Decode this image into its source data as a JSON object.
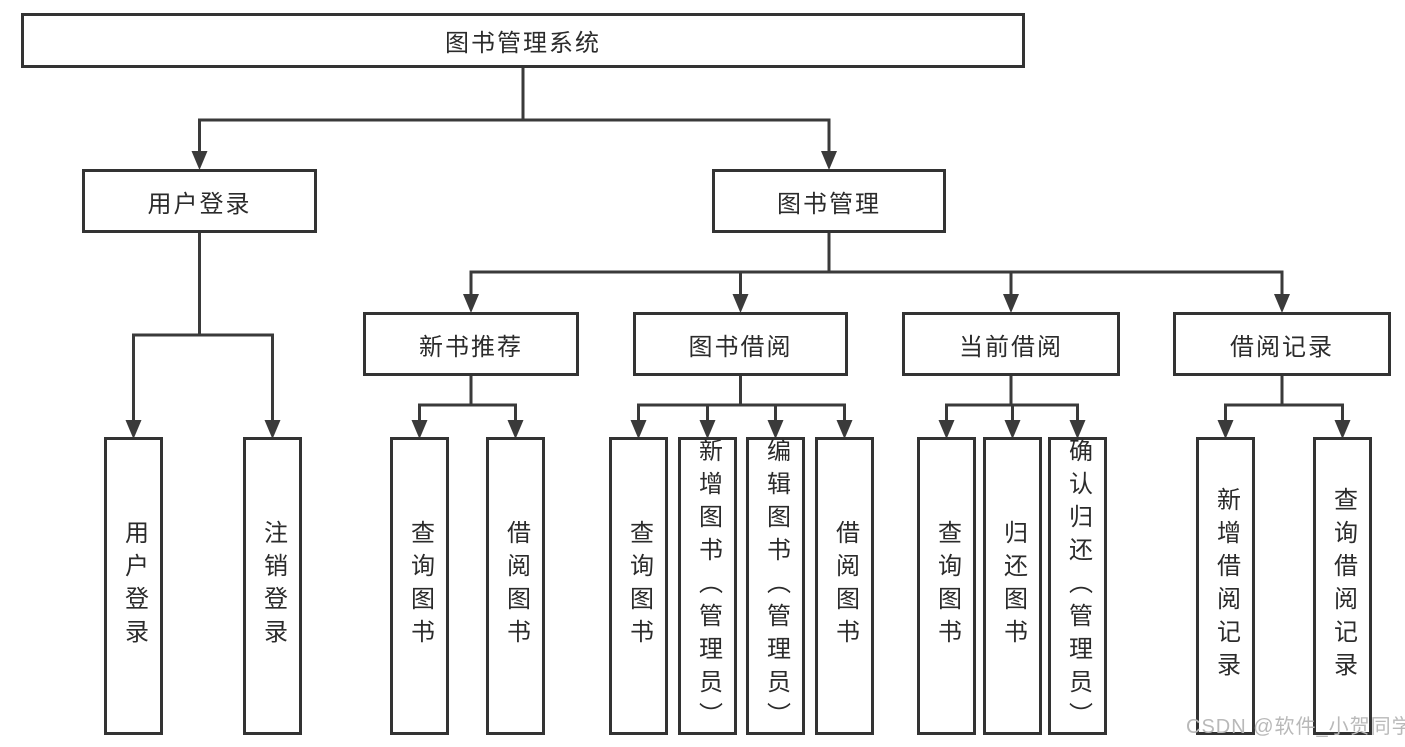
{
  "diagram": {
    "title": "图书管理系统",
    "level1": [
      {
        "label": "用户登录",
        "children": [
          "用户登录",
          "注销登录"
        ]
      },
      {
        "label": "图书管理"
      }
    ],
    "level2": [
      {
        "label": "新书推荐",
        "children": [
          "查询图书",
          "借阅图书"
        ]
      },
      {
        "label": "图书借阅",
        "children": [
          "查询图书",
          "新增图书（管理员）",
          "编辑图书（管理员）",
          "借阅图书"
        ]
      },
      {
        "label": "当前借阅",
        "children": [
          "查询图书",
          "归还图书",
          "确认归还（管理员）"
        ]
      },
      {
        "label": "借阅记录",
        "children": [
          "新增借阅记录",
          "查询借阅记录"
        ]
      }
    ]
  },
  "watermark": {
    "text": "CSDN @软件_小贺同学"
  },
  "colors": {
    "line": "#3a3a3a",
    "box_border": "#333333",
    "text": "#2b2b2b",
    "watermark": "#b9b9b9",
    "background": "#ffffff"
  }
}
